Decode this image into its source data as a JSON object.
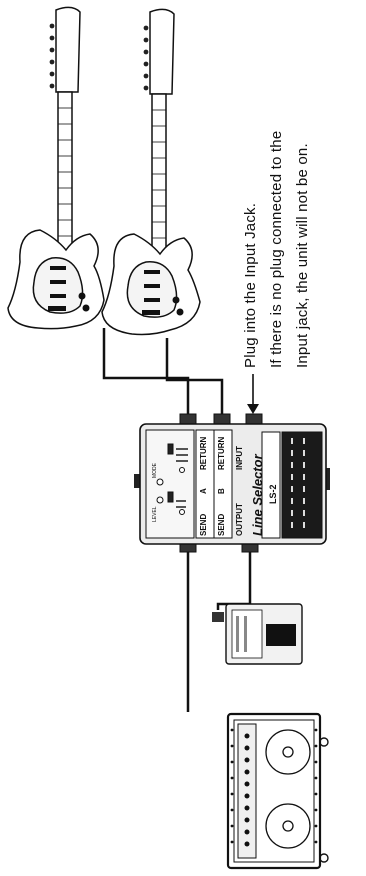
{
  "callout": {
    "line1": "Plug into the Input Jack.",
    "line2": "If there is no plug connected to the",
    "line3": "Input jack, the unit will not be on."
  },
  "pedal": {
    "name": "Line Selector",
    "model": "LS-2",
    "labels": {
      "send_a": "SEND",
      "a": "A",
      "return_a": "RETURN",
      "send_b": "SEND",
      "b": "B",
      "return_b": "RETURN",
      "output": "OUTPUT",
      "input": "INPUT",
      "mode": "MODE",
      "level": "LEVEL"
    }
  }
}
